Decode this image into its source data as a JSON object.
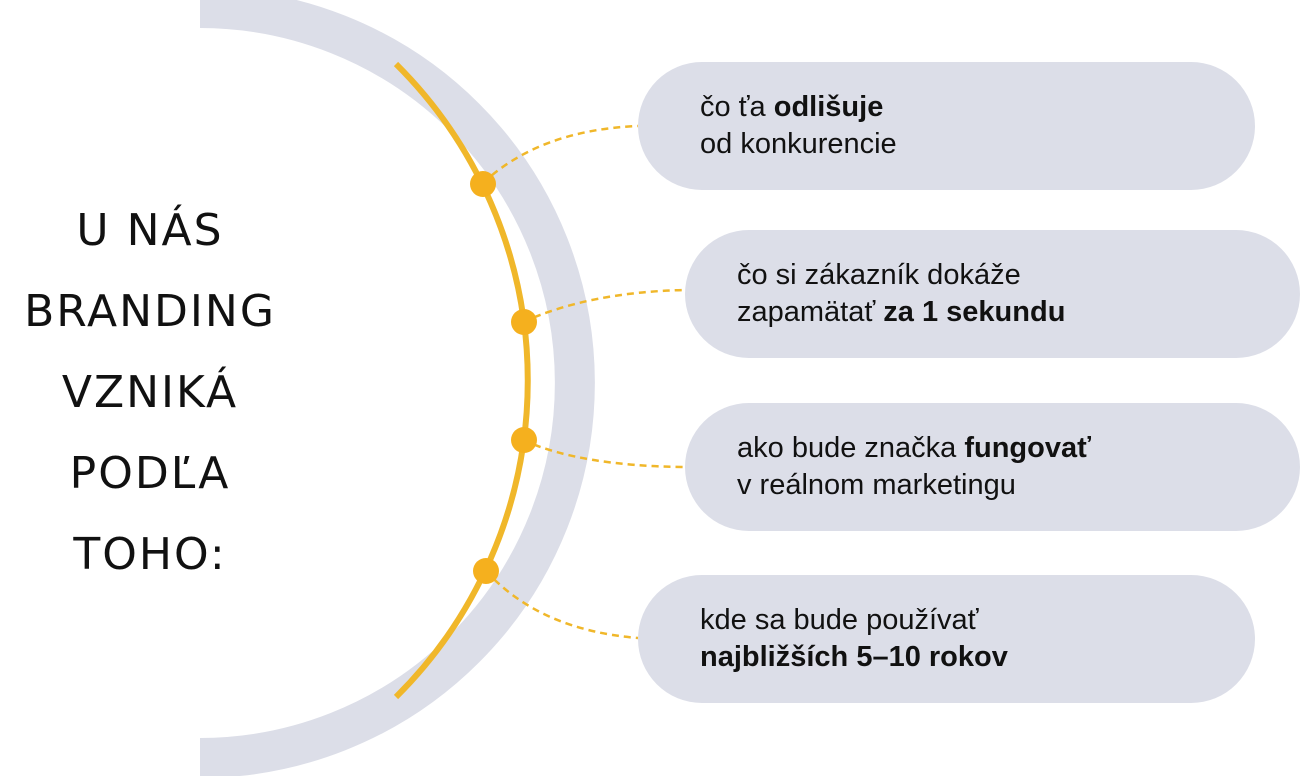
{
  "title_lines": [
    "U NÁS",
    "BRANDING",
    "VZNIKÁ",
    "PODĽA",
    "TOHO:"
  ],
  "items": [
    {
      "line1_pre": "čo ťa ",
      "line1_bold": "odlišuje",
      "line2_pre": "od konkurencie",
      "line2_bold": ""
    },
    {
      "line1_pre": "čo si zákazník dokáže",
      "line1_bold": "",
      "line2_pre": "zapamätať ",
      "line2_bold": "za 1 sekundu"
    },
    {
      "line1_pre": "ako bude značka ",
      "line1_bold": "fungovať",
      "line2_pre": "v reálnom marketingu",
      "line2_bold": ""
    },
    {
      "line1_pre": "kde sa bude používať",
      "line1_bold": "",
      "line2_pre": "",
      "line2_bold": "najbližších 5–10 rokov"
    }
  ],
  "colors": {
    "accent": "#f0b72a",
    "dot": "#f5b01e",
    "pill": "#dcdee8",
    "arc": "#dcdee8"
  }
}
